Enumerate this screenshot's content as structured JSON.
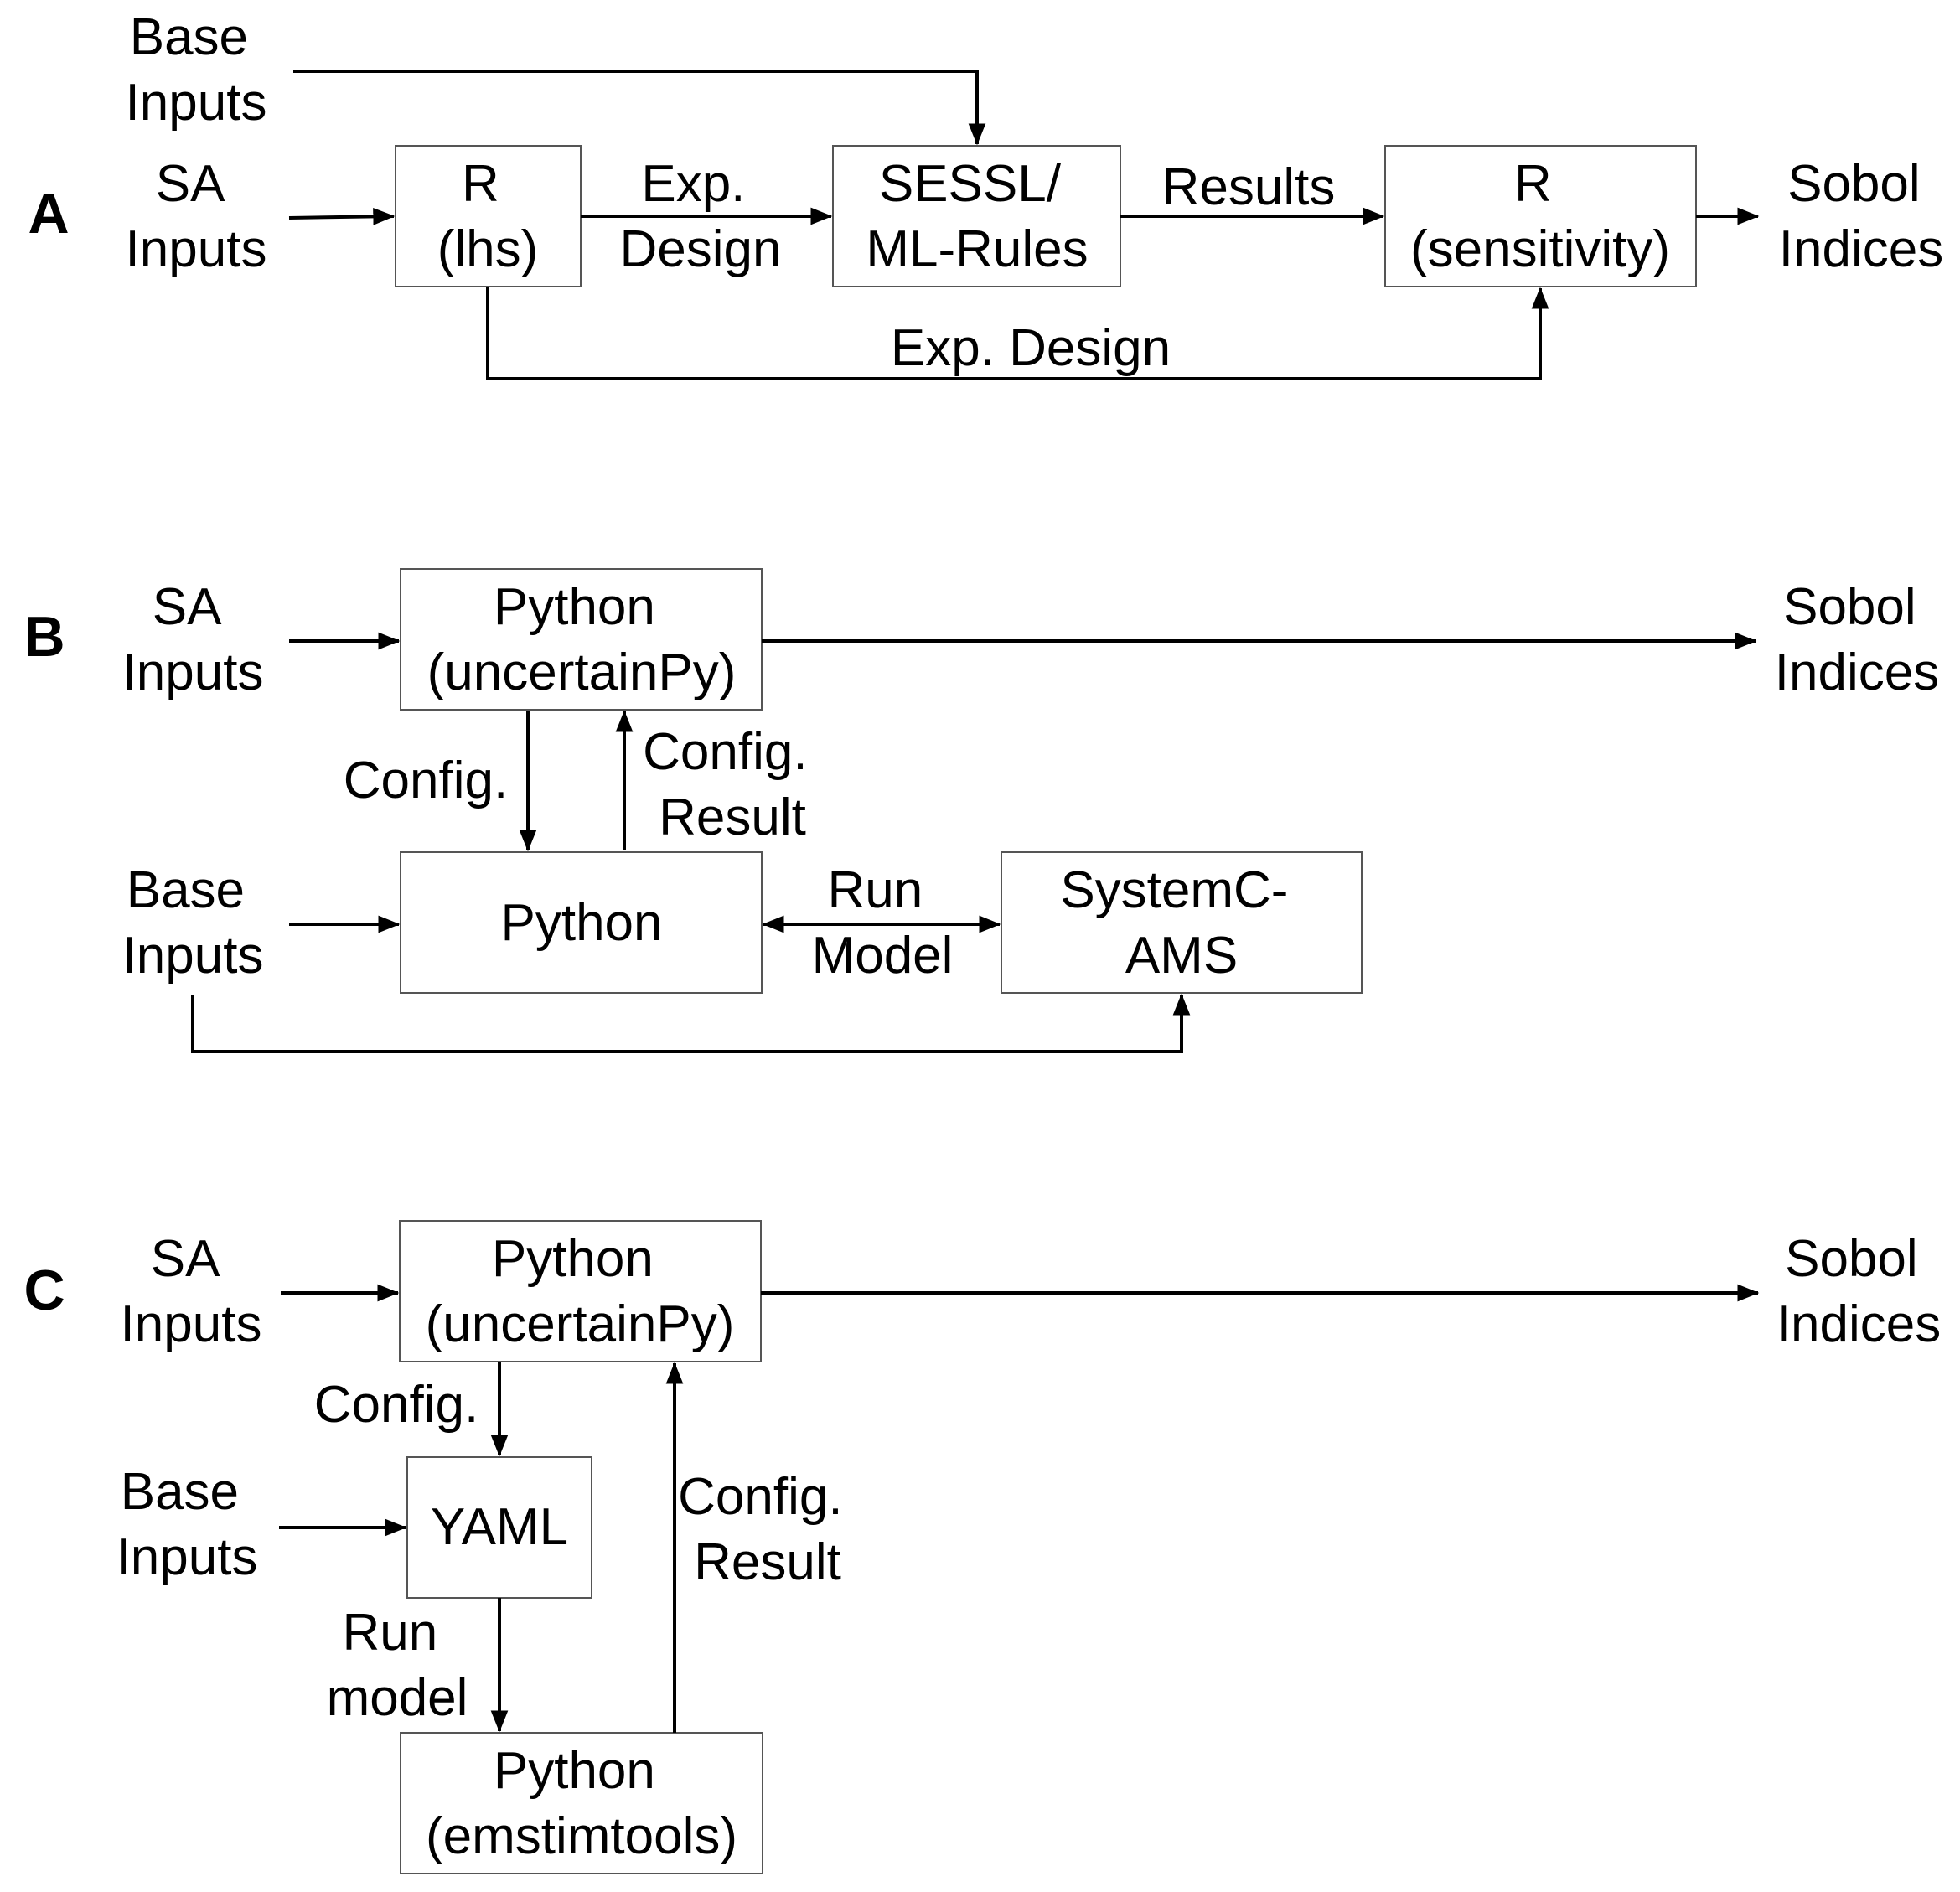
{
  "panels": {
    "A": {
      "letter": "A",
      "base_inputs": [
        "Base",
        "Inputs"
      ],
      "sa_inputs": [
        "SA",
        "Inputs"
      ],
      "box_r_lhs": [
        "R",
        "(lhs)"
      ],
      "edge_exp_design": [
        "Exp.",
        "Design"
      ],
      "box_sessl": [
        "SESSL/",
        "ML-Rules"
      ],
      "edge_results": "Results",
      "box_r_sensitivity": [
        "R",
        "(sensitivity)"
      ],
      "sobol_indices": [
        "Sobol",
        "Indices"
      ],
      "edge_exp_design_bottom": "Exp. Design"
    },
    "B": {
      "letter": "B",
      "sa_inputs": [
        "SA",
        "Inputs"
      ],
      "box_python_uncertainpy": [
        "Python",
        "(uncertainPy)"
      ],
      "sobol_indices": [
        "Sobol",
        "Indices"
      ],
      "edge_config": "Config.",
      "edge_config_result": [
        "Config.",
        "Result"
      ],
      "base_inputs": [
        "Base",
        "Inputs"
      ],
      "box_python": "Python",
      "edge_run_model": [
        "Run",
        "Model"
      ],
      "box_systemc_ams": [
        "SystemC-",
        "AMS"
      ]
    },
    "C": {
      "letter": "C",
      "sa_inputs": [
        "SA",
        "Inputs"
      ],
      "box_python_uncertainpy": [
        "Python",
        "(uncertainPy)"
      ],
      "sobol_indices": [
        "Sobol",
        "Indices"
      ],
      "edge_config": "Config.",
      "base_inputs": [
        "Base",
        "Inputs"
      ],
      "box_yaml": "YAML",
      "edge_config_result": [
        "Config.",
        "Result"
      ],
      "edge_run_model": [
        "Run",
        "model"
      ],
      "box_python_emstimtools": [
        "Python",
        "(emstimtools)"
      ]
    }
  }
}
